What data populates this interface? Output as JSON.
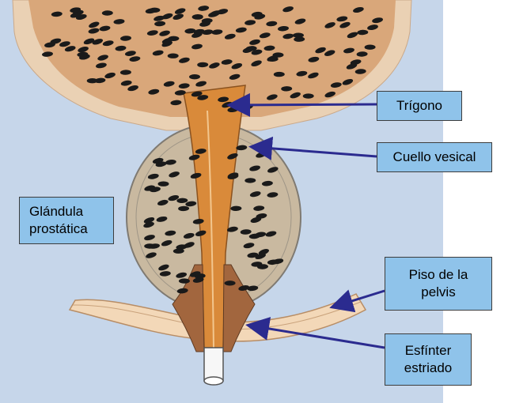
{
  "labels": {
    "trigono": "Trígono",
    "cuello_vesical": "Cuello vesical",
    "glandula_prostatica": "Glándula\nprostática",
    "piso_pelvis": "Piso de la\npelvis",
    "esfinter_estriado": "Esfínter\nestriado"
  },
  "colors": {
    "bladder": "#d9a77a",
    "prostate": "#c9b9a0",
    "urethra": "#d98a3a",
    "sphincter": "#a2663e",
    "pelvic_floor": "#f3d8b8",
    "background": "#c6d6ea",
    "callout_fill": "#8fc3ea",
    "arrow": "#2b2b8f",
    "dots": "#1a1a1a"
  }
}
